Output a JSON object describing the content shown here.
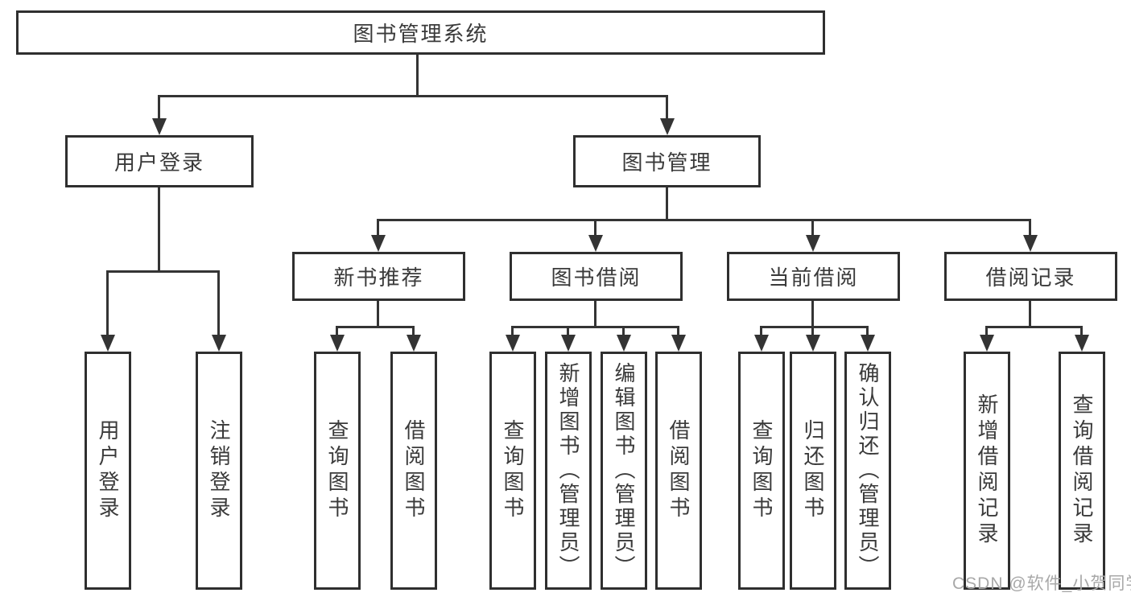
{
  "diagram_title": "图书管理系统",
  "tree": {
    "root": {
      "label": "图书管理系统"
    },
    "user_login": {
      "label": "用户登录",
      "children": {
        "login": {
          "label": "用户登录"
        },
        "logout": {
          "label": "注销登录"
        }
      }
    },
    "book_mgmt": {
      "label": "图书管理",
      "children": {
        "new_book": {
          "label": "新书推荐",
          "children": {
            "query": {
              "label": "查询图书"
            },
            "borrow": {
              "label": "借阅图书"
            }
          }
        },
        "borrowing": {
          "label": "图书借阅",
          "children": {
            "query": {
              "label": "查询图书"
            },
            "add": {
              "label": "新增图书（管理员）"
            },
            "edit": {
              "label": "编辑图书（管理员）"
            },
            "borrow": {
              "label": "借阅图书"
            }
          }
        },
        "current": {
          "label": "当前借阅",
          "children": {
            "query": {
              "label": "查询图书"
            },
            "return": {
              "label": "归还图书"
            },
            "confirm": {
              "label": "确认归还（管理员）"
            }
          }
        },
        "records": {
          "label": "借阅记录",
          "children": {
            "add": {
              "label": "新增借阅记录"
            },
            "query": {
              "label": "查询借阅记录"
            }
          }
        }
      }
    }
  },
  "watermark": {
    "text": "CSDN @软件_小贺同学"
  },
  "colors": {
    "line": "#343434",
    "border": "#2f2f2f",
    "text": "#3a3a3a",
    "watermark": "#a8a8a8",
    "background": "#ffffff"
  }
}
